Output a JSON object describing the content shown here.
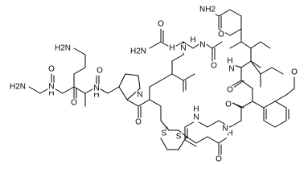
{
  "atoms": [
    {
      "key": "nh2_gln",
      "text": "NH2",
      "sub": "2"
    },
    {
      "key": "o_gln",
      "text": "O"
    },
    {
      "key": "nh2_asn",
      "text": "H2N",
      "sub": "2"
    },
    {
      "key": "h_n_asn",
      "text": "H"
    },
    {
      "key": "n_asn",
      "text": "N"
    },
    {
      "key": "o_asn",
      "text": "O"
    },
    {
      "key": "h_n_gln",
      "text": "H"
    },
    {
      "key": "n_gln",
      "text": "N"
    },
    {
      "key": "o_gln_co",
      "text": "O"
    },
    {
      "key": "h_n_ile",
      "text": "H"
    },
    {
      "key": "n_ile",
      "text": "N"
    },
    {
      "key": "o_ile",
      "text": "O"
    },
    {
      "key": "nh2_orn",
      "text": "H2N"
    },
    {
      "key": "o_gly",
      "text": "O"
    },
    {
      "key": "h_n_orn",
      "text": "H"
    },
    {
      "key": "n_orn",
      "text": "N"
    },
    {
      "key": "h2n_gly",
      "text": "H2N"
    },
    {
      "key": "o_orn",
      "text": "O"
    },
    {
      "key": "h_n_pro_link",
      "text": "H"
    },
    {
      "key": "n_pro_link",
      "text": "N"
    },
    {
      "key": "n_pro",
      "text": "N"
    },
    {
      "key": "o_pro",
      "text": "O"
    },
    {
      "key": "o_cys",
      "text": "O"
    },
    {
      "key": "h_n_tyr",
      "text": "H"
    },
    {
      "key": "n_tyr",
      "text": "N"
    },
    {
      "key": "o_tyr",
      "text": "O"
    },
    {
      "key": "o_methoxy",
      "text": "O"
    },
    {
      "key": "s1",
      "text": "S"
    },
    {
      "key": "s2",
      "text": "S"
    },
    {
      "key": "h_n_mpa",
      "text": "H"
    },
    {
      "key": "n_mpa",
      "text": "N"
    },
    {
      "key": "o_mpa",
      "text": "O"
    }
  ]
}
